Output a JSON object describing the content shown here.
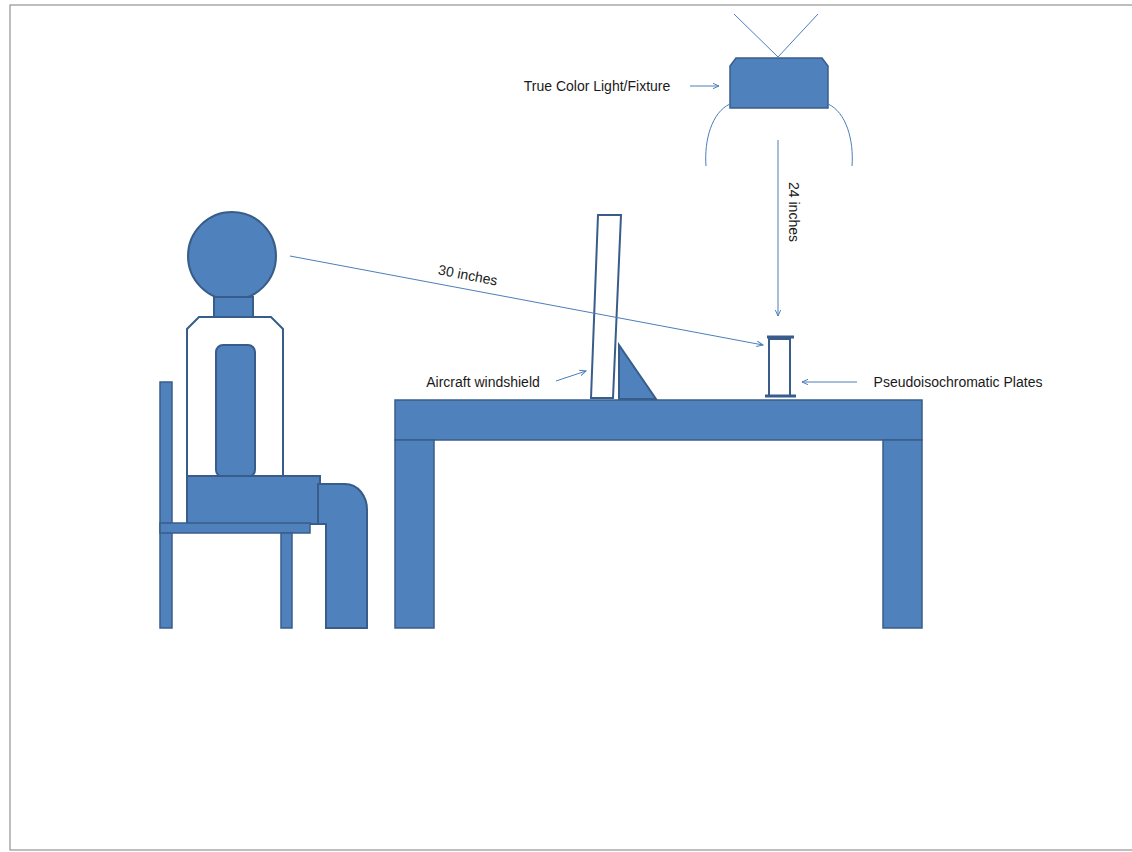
{
  "diagram": {
    "labels": [
      "True Color Light/Fixture",
      "24 inches",
      "30 inches",
      "Aircraft windshield",
      "Pseudoisochromatic Plates"
    ]
  }
}
